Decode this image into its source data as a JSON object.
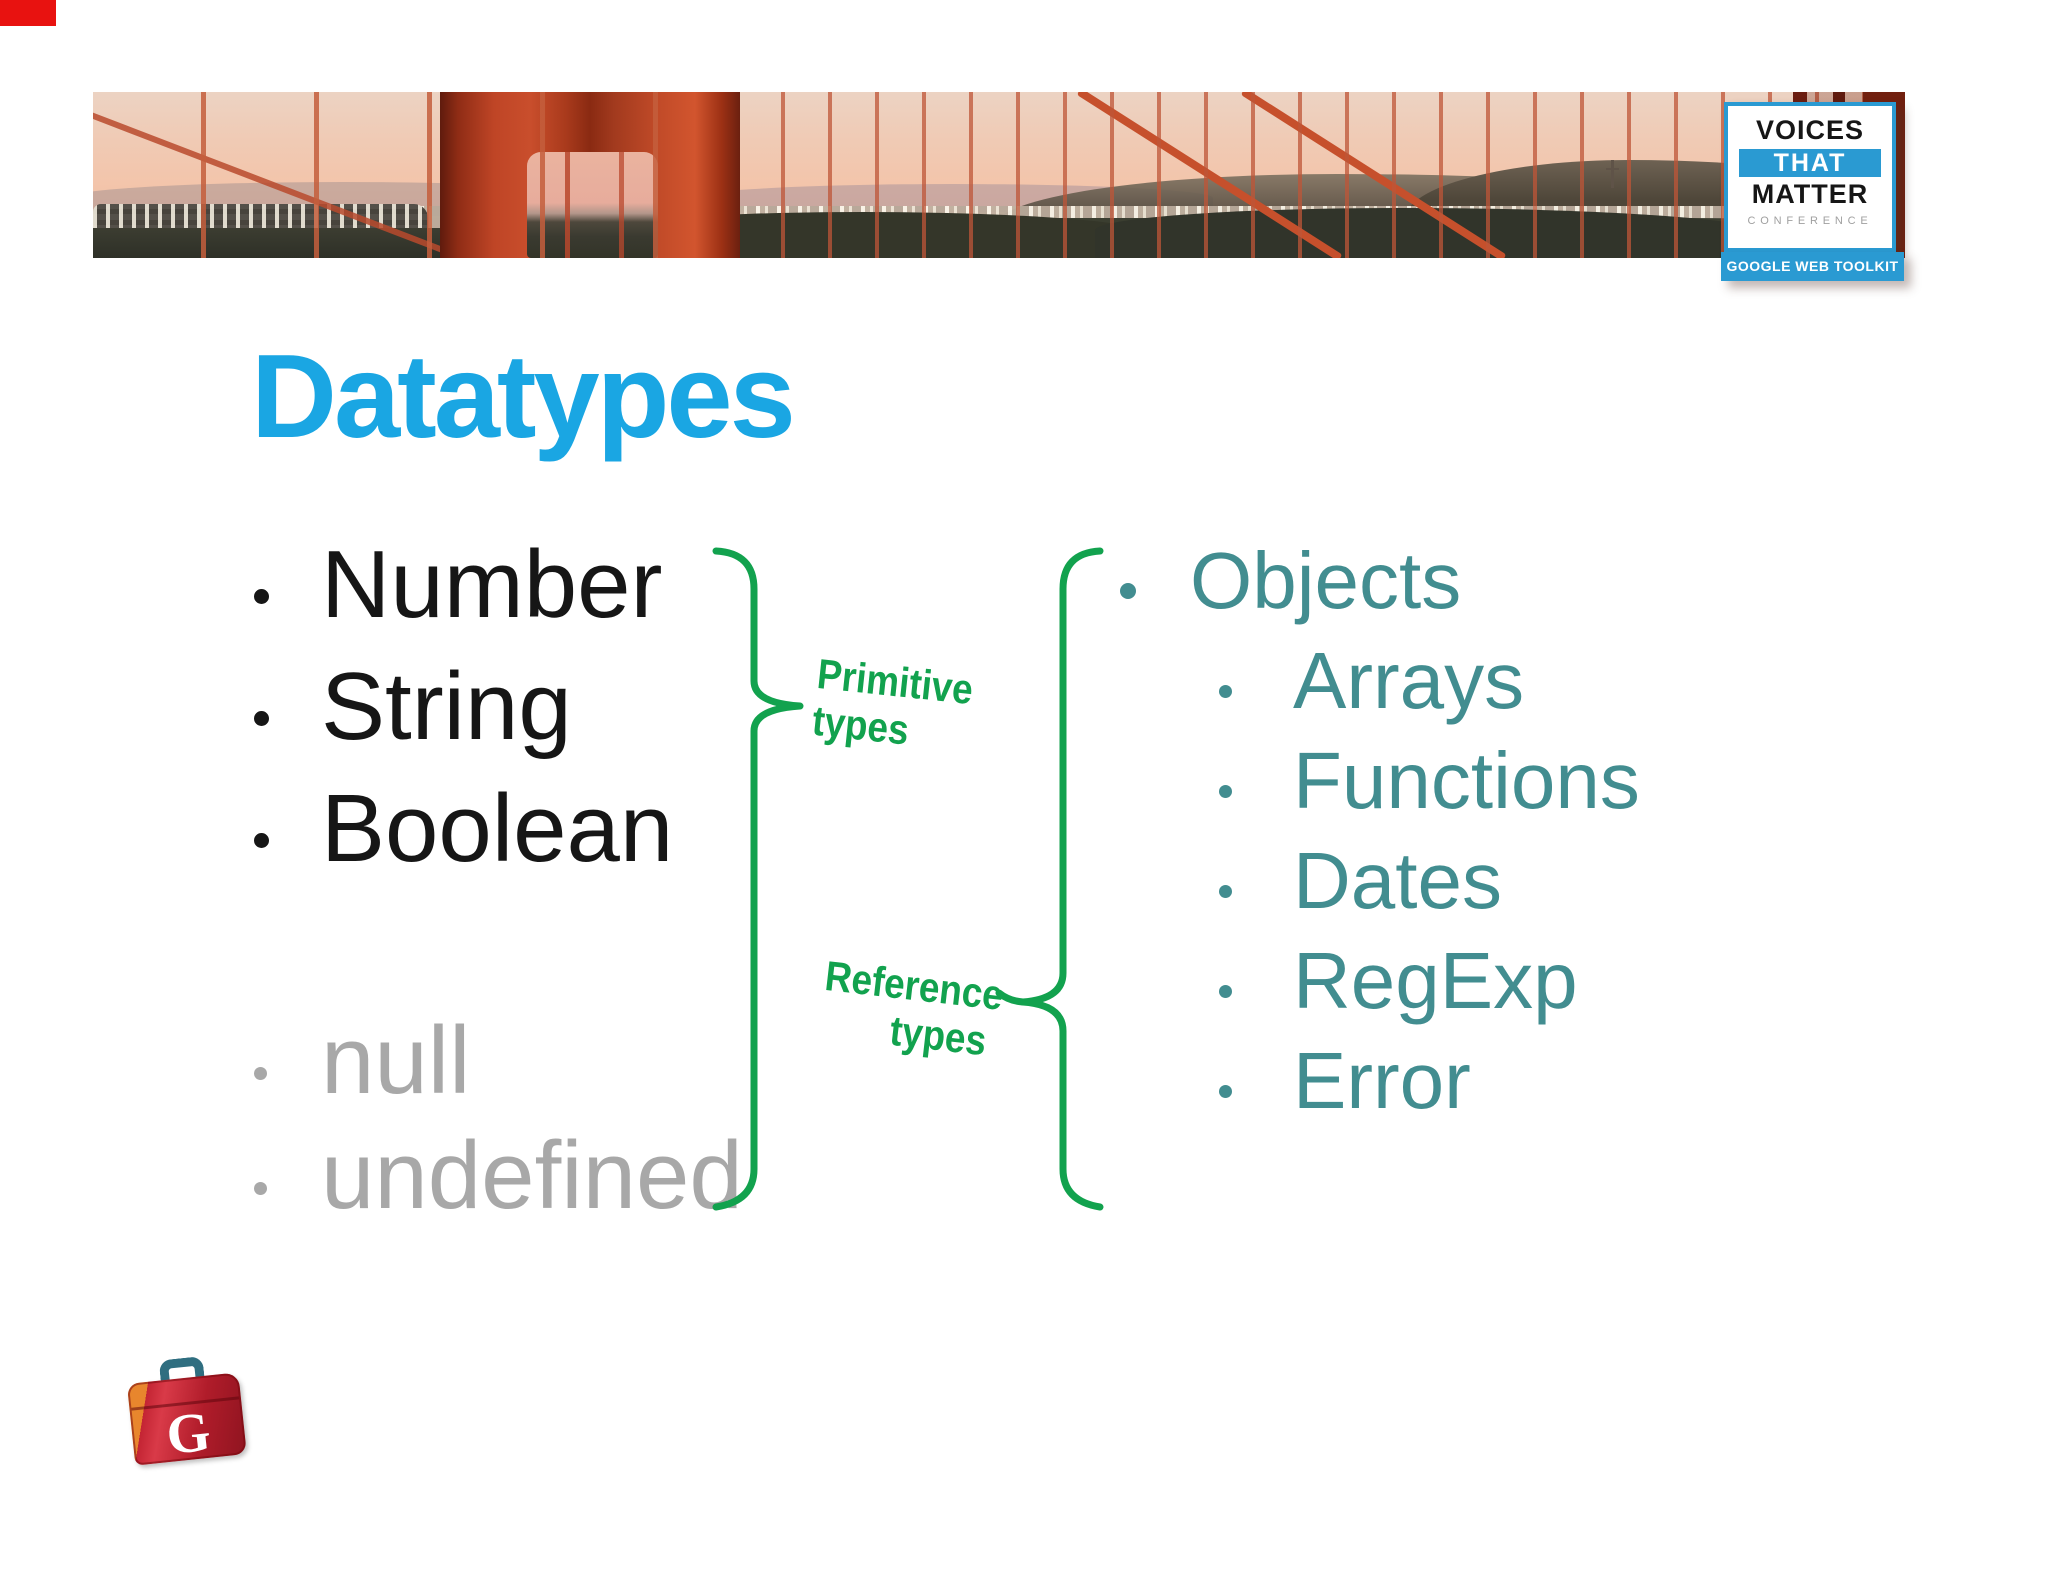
{
  "slide": {
    "title": "Datatypes",
    "header": {
      "conference_logo": {
        "voices": "VOICES",
        "that": "THAT",
        "matter": "MATTER",
        "conference": "CONFERENCE",
        "toolkit_banner": "GOOGLE WEB TOOLKIT"
      }
    },
    "left_list": [
      "Number",
      "String",
      "Boolean",
      "null",
      "undefined"
    ],
    "right_list": [
      "Objects",
      "Arrays",
      "Functions",
      "Dates",
      "RegExp",
      "Error"
    ],
    "brace_labels": {
      "primitive_line1": "Primitive",
      "primitive_line2": "types",
      "reference_line1": "Reference",
      "reference_line2": "types"
    },
    "footer_logo_letter": "G",
    "colors": {
      "title_blue": "#1aa6e3",
      "brace_green": "#12a24e",
      "object_teal": "#428d90",
      "muted_gray": "#a8a8a8",
      "text_black": "#161616",
      "logo_blue": "#2a9ad2"
    }
  }
}
